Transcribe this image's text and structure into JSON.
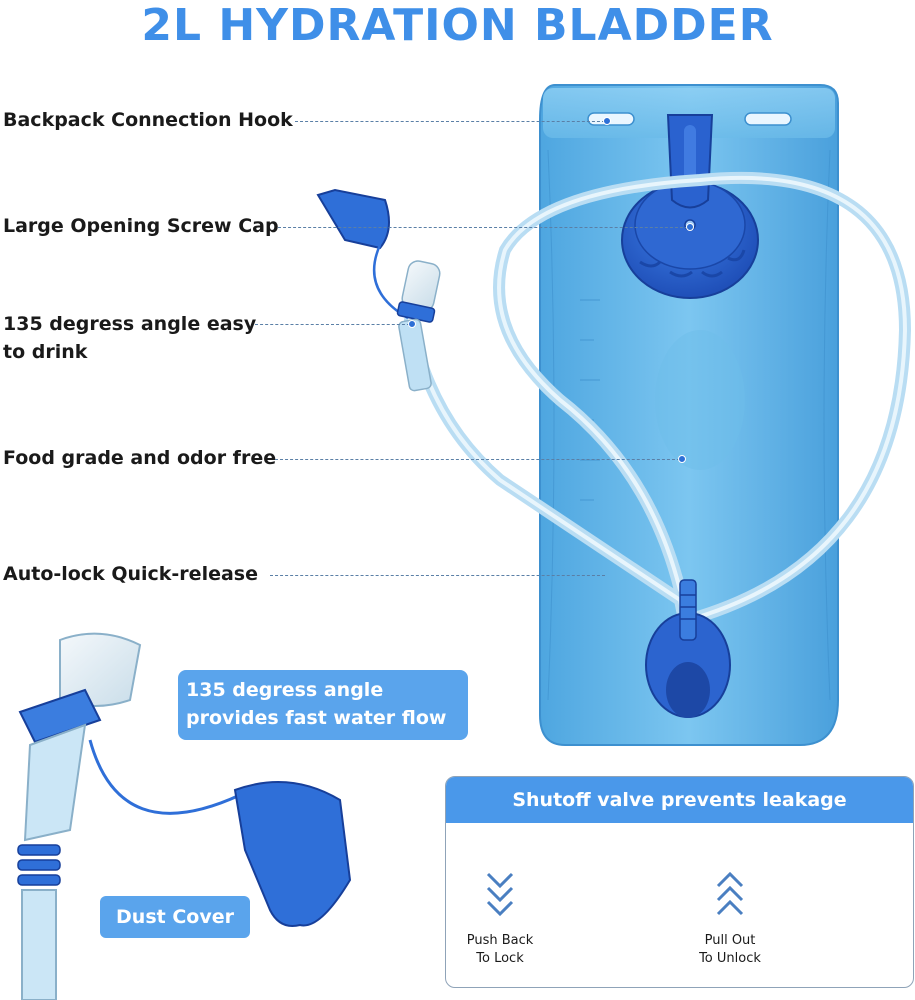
{
  "title": "2L HYDRATION BLADDER",
  "labels": {
    "hook": "Backpack Connection Hook",
    "cap": "Large Opening Screw Cap",
    "angle_line1": "135 degress angle easy",
    "angle_line2": "to drink",
    "food": "Food grade and odor free",
    "autolock": "Auto-lock Quick-release"
  },
  "callouts": {
    "flow_line1": "135 degress angle",
    "flow_line2": "provides fast water flow",
    "dust_cover": "Dust Cover"
  },
  "shutoff": {
    "header": "Shutoff valve prevents leakage",
    "push_line1": "Push Back",
    "push_line2": "To Lock",
    "pull_line1": "Pull Out",
    "pull_line2": "To Unlock"
  },
  "colors": {
    "title": "#3f8fe8",
    "bladder": "#5eb4e6",
    "valve_blue": "#2f6fd8",
    "pill": "#5aa4ec",
    "header": "#4a98ea"
  }
}
